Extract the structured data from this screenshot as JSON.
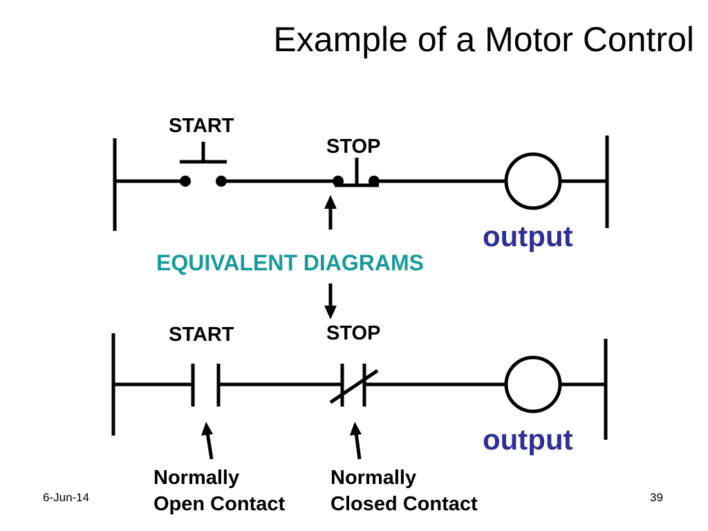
{
  "slide": {
    "title": "Example of a Motor Control",
    "date": "6-Jun-14",
    "page_number": "39"
  },
  "top_diagram": {
    "start_label": "START",
    "stop_label": "STOP",
    "output_label": "output"
  },
  "middle": {
    "equivalent_label": "EQUIVALENT DIAGRAMS"
  },
  "bottom_diagram": {
    "start_label": "START",
    "stop_label": "STOP",
    "output_label": "output"
  },
  "notes": {
    "normally_open_line1": "Normally",
    "normally_open_line2": "Open Contact",
    "normally_closed_line1": "Normally",
    "normally_closed_line2": "Closed Contact"
  },
  "colors": {
    "output_text": "#2e3192",
    "equivalent_text": "#1a9a9a",
    "lines": "#000000"
  }
}
